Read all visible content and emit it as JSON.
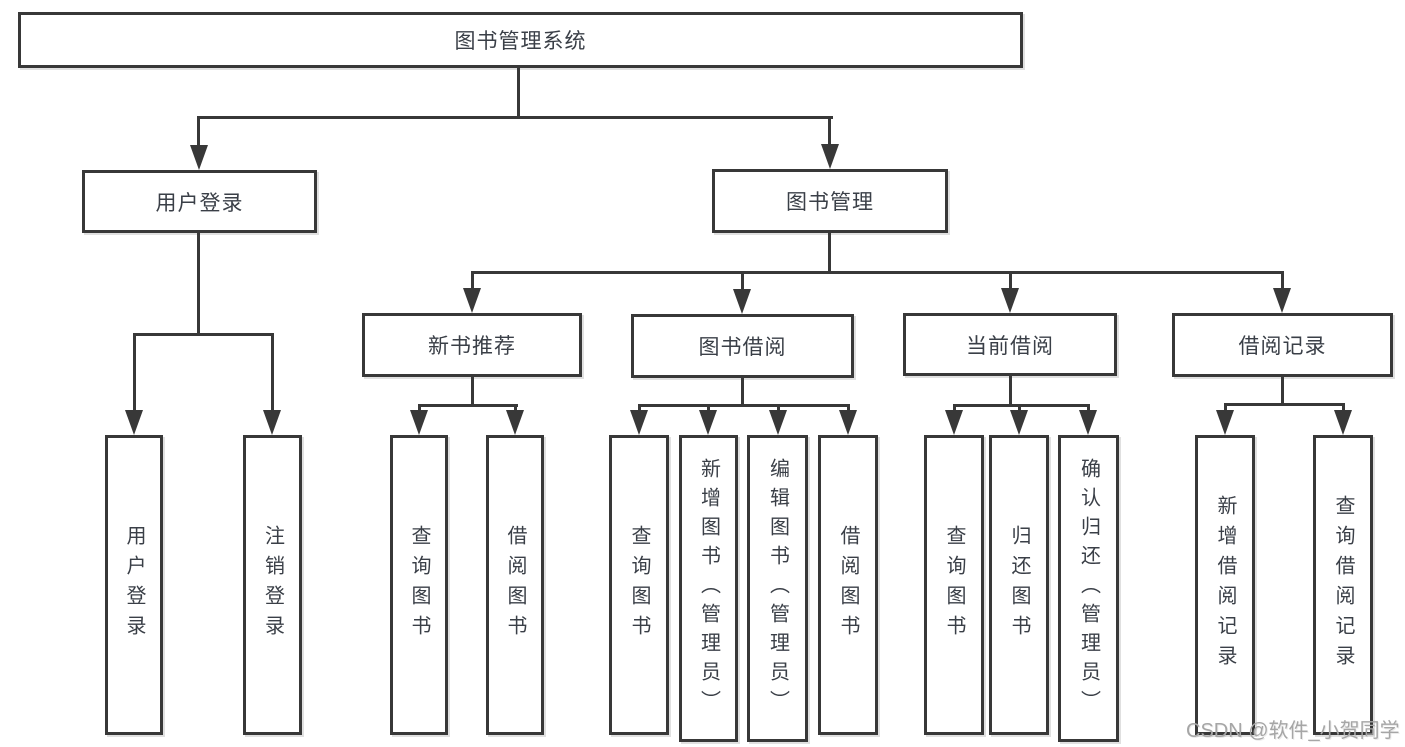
{
  "diagram": {
    "root": {
      "label": "图书管理系统"
    },
    "level2": [
      {
        "label": "用户登录"
      },
      {
        "label": "图书管理"
      }
    ],
    "level3": [
      {
        "label": "新书推荐"
      },
      {
        "label": "图书借阅"
      },
      {
        "label": "当前借阅"
      },
      {
        "label": "借阅记录"
      }
    ],
    "leaves": [
      {
        "label": "用户登录"
      },
      {
        "label": "注销登录"
      },
      {
        "label": "查询图书"
      },
      {
        "label": "借阅图书"
      },
      {
        "label": "查询图书"
      },
      {
        "label": "新增图书（管理员）"
      },
      {
        "label": "编辑图书（管理员）"
      },
      {
        "label": "借阅图书"
      },
      {
        "label": "查询图书"
      },
      {
        "label": "归还图书"
      },
      {
        "label": "确认归还（管理员）"
      },
      {
        "label": "新增借阅记录"
      },
      {
        "label": "查询借阅记录"
      }
    ]
  },
  "watermark": {
    "text": "CSDN @软件_小贺同学"
  },
  "colors": {
    "line": "#383838",
    "text": "#3a3f47",
    "watermark": "#a6a6a6",
    "background": "#ffffff"
  }
}
